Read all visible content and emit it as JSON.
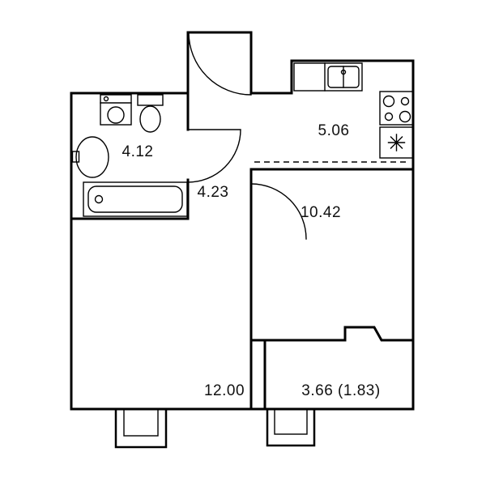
{
  "floorplan": {
    "rooms": {
      "bathroom": {
        "area": "4.12"
      },
      "hallway": {
        "area": "4.23"
      },
      "kitchen": {
        "area": "5.06"
      },
      "room": {
        "area": "10.42"
      },
      "living_room": {
        "area": "12.00"
      },
      "balcony": {
        "area": "3.66 (1.83)"
      }
    },
    "fixtures": [
      "washing-machine",
      "toilet",
      "washbasin",
      "bathtub",
      "kitchen-counter",
      "kitchen-sink",
      "stove-hob",
      "fridge-spot-asterisk",
      "entry-door",
      "bathroom-door",
      "room-door",
      "balcony-door",
      "window-block-left",
      "window-block-right"
    ],
    "colors": {
      "wall": "#000000",
      "background": "#ffffff",
      "label_text": "#111111"
    }
  }
}
